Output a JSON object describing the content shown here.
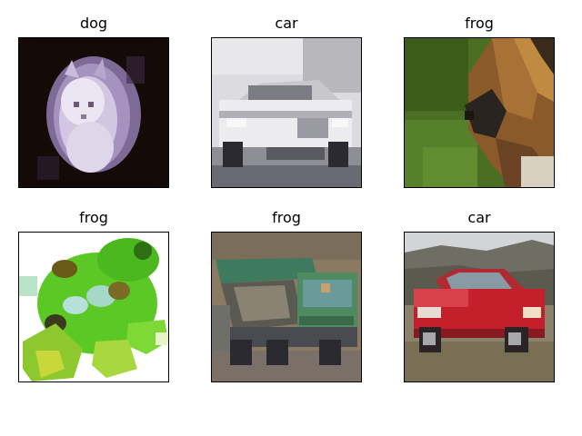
{
  "grid": {
    "cells": [
      {
        "label": "dog"
      },
      {
        "label": "car"
      },
      {
        "label": "frog"
      },
      {
        "label": "frog"
      },
      {
        "label": "frog"
      },
      {
        "label": "car"
      }
    ]
  }
}
